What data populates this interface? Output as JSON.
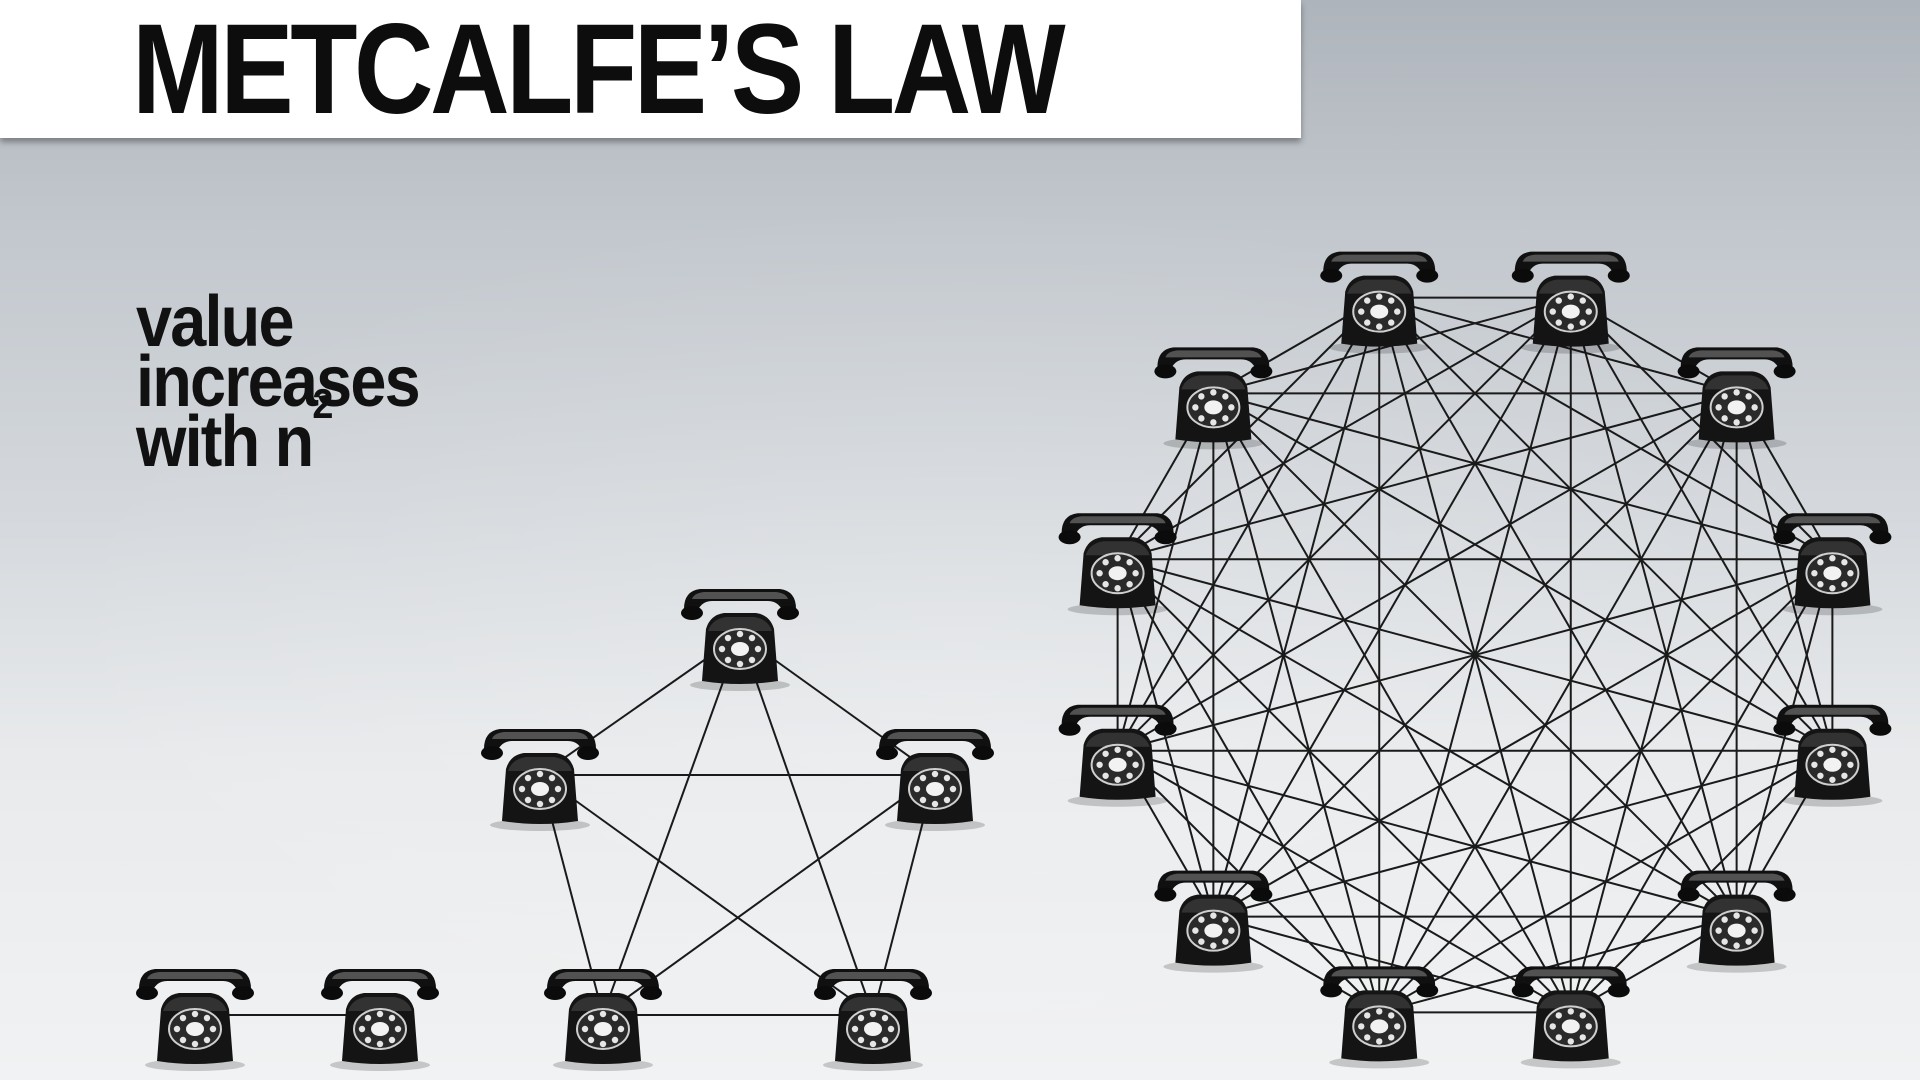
{
  "title": "METCALFE’S LAW",
  "tagline": {
    "line1": "value",
    "line2": "increases",
    "line3_text": "with n",
    "line3_exponent": "2"
  },
  "networks": [
    {
      "name": "network-2",
      "nodes": 2
    },
    {
      "name": "network-5",
      "nodes": 5
    },
    {
      "name": "network-12",
      "nodes": 12
    }
  ],
  "colors": {
    "title_box": "#ffffff",
    "text": "#111111",
    "connection_line": "#1a1a1a",
    "telephone_body": "#141414"
  },
  "icon": "rotary-telephone-icon"
}
